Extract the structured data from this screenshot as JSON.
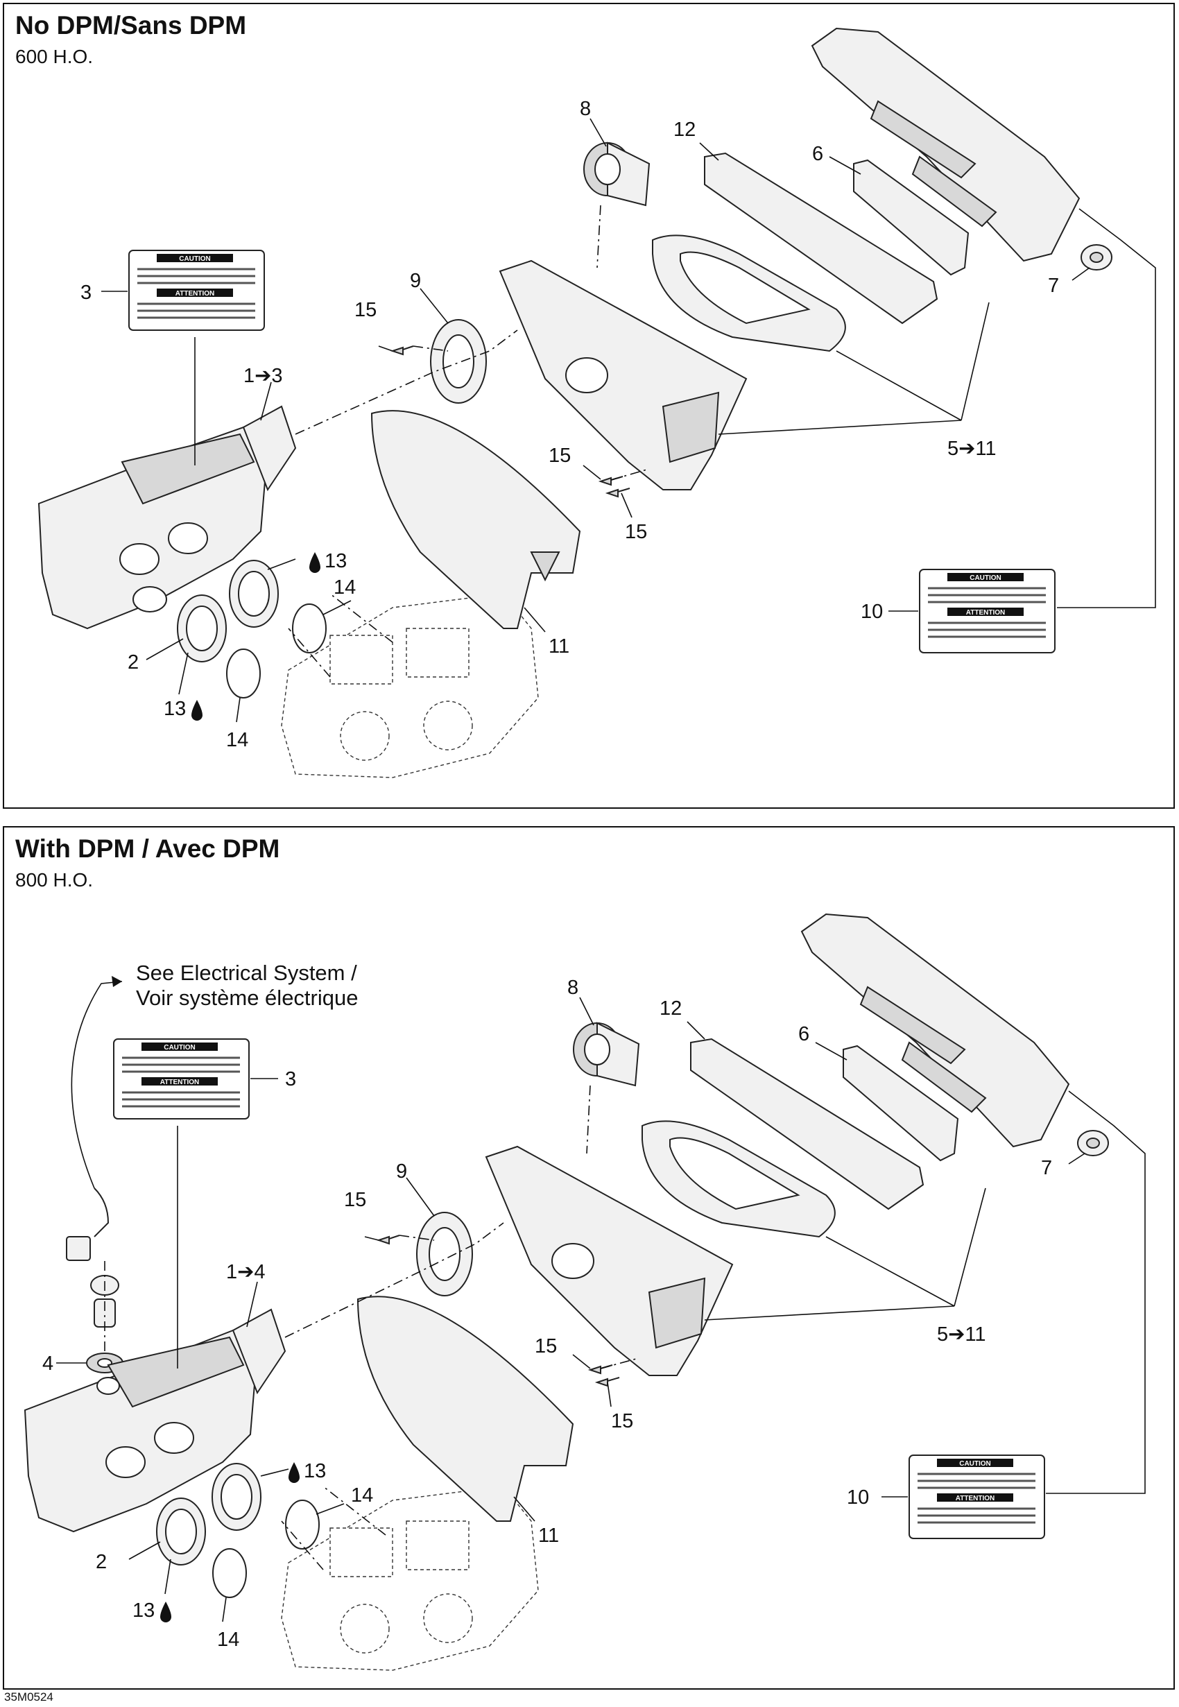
{
  "panels": [
    {
      "title": "No DPM/Sans DPM",
      "subtitle": "600 H.O.",
      "callouts": {
        "p1": "1➔3",
        "p2": "2",
        "p3": "3",
        "p5": "5➔11",
        "p6": "6",
        "p7": "7",
        "p8": "8",
        "p9": "9",
        "p10": "10",
        "p11": "11",
        "p12": "12",
        "p13a": "13",
        "p13b": "13",
        "p14a": "14",
        "p14b": "14",
        "p15a": "15",
        "p15b": "15",
        "p15c": "15"
      }
    },
    {
      "title": "With DPM / Avec DPM",
      "subtitle": "800 H.O.",
      "note": [
        "See Electrical System /",
        "Voir système électrique"
      ],
      "callouts": {
        "p1": "1➔4",
        "p2": "2",
        "p3": "3",
        "p4": "4",
        "p5": "5➔11",
        "p6": "6",
        "p7": "7",
        "p8": "8",
        "p9": "9",
        "p10": "10",
        "p11": "11",
        "p12": "12",
        "p13a": "13",
        "p13b": "13",
        "p14a": "14",
        "p14b": "14",
        "p15a": "15",
        "p15b": "15",
        "p15c": "15"
      }
    }
  ],
  "decal": {
    "caution_head": "CAUTION",
    "attention_head": "ATTENTION"
  },
  "footer_code": "35M0524"
}
